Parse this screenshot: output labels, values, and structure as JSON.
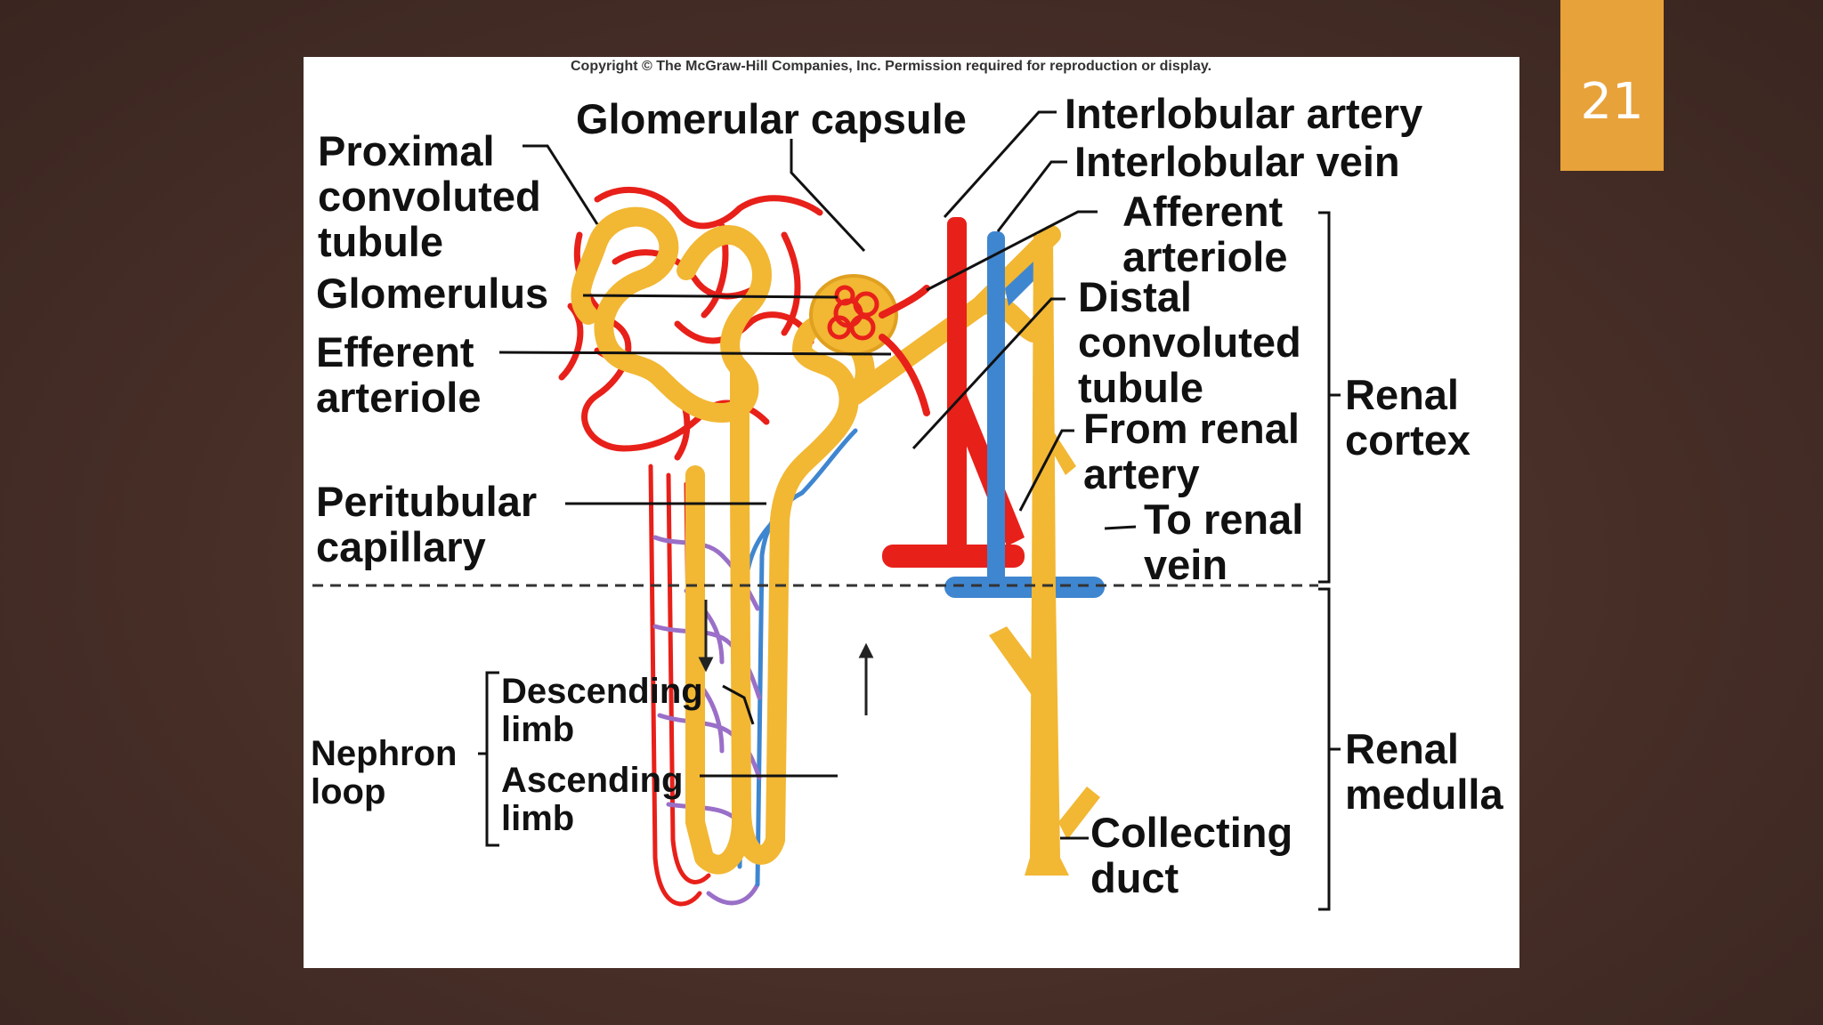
{
  "slide": {
    "number": "21",
    "accent_color": "#e8a23a"
  },
  "figure": {
    "copyright": "Copyright © The McGraw-Hill Companies, Inc. Permission required for reproduction or display.",
    "labels": {
      "proximal_convoluted_tubule": "Proximal\nconvoluted\ntubule",
      "glomerular_capsule": "Glomerular capsule",
      "interlobular_artery": "Interlobular artery",
      "interlobular_vein": "Interlobular vein",
      "afferent_arteriole": "Afferent\narteriole",
      "glomerulus": "Glomerulus",
      "efferent_arteriole": "Efferent\narteriole",
      "distal_convoluted_tubule": "Distal\nconvoluted\ntubule",
      "renal_cortex": "Renal\ncortex",
      "from_renal_artery": "From renal\nartery",
      "peritubular_capillary": "Peritubular\ncapillary",
      "to_renal_vein": "To renal\nvein",
      "descending_limb": "Descending\nlimb",
      "nephron_loop": "Nephron\nloop",
      "ascending_limb": "Ascending\nlimb",
      "renal_medulla": "Renal\nmedulla",
      "collecting_duct": "Collecting\nduct"
    },
    "colors": {
      "tubule": "#f2b733",
      "artery": "#e8201a",
      "vein": "#3f86d0",
      "capillary_mix": "#9a6fc8"
    }
  }
}
